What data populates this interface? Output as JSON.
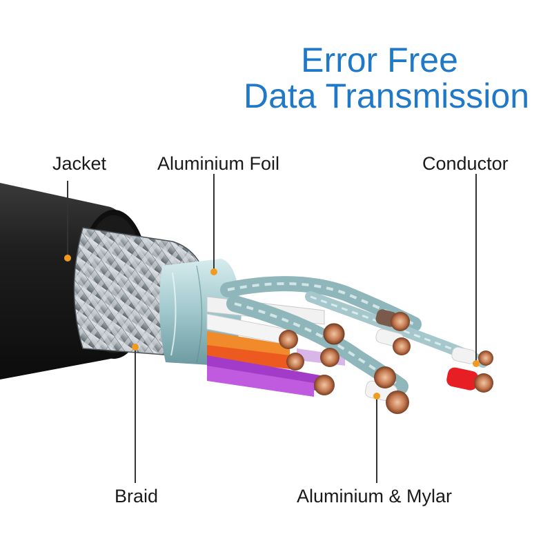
{
  "headline": {
    "line1": "Error Free",
    "line2": "Data Transmission"
  },
  "callouts": {
    "jacket": "Jacket",
    "aluminium_foil": "Aluminium Foil",
    "conductor": "Conductor",
    "braid": "Braid",
    "aluminium_mylar": "Aluminium & Mylar"
  },
  "colors": {
    "headline": "#1f78c8",
    "marker": "#f39a1e",
    "jacket": "#1c1c1c"
  }
}
